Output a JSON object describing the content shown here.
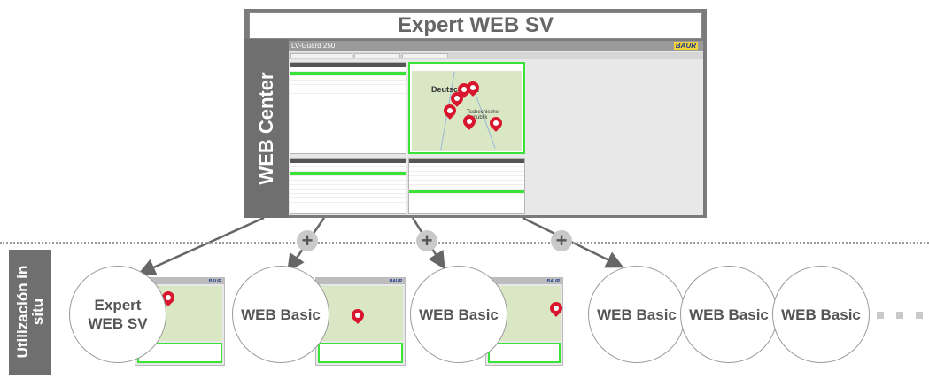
{
  "header": {
    "title": "Expert WEB SV",
    "side_label": "WEB Center"
  },
  "screen": {
    "app_title": "LV-Guard 250",
    "logo": "BAUR"
  },
  "map_labels": {
    "country_1": "Deutschland",
    "country_2": "Tschechische Republik"
  },
  "bottom_label": "Utilización in situ",
  "nodes": [
    {
      "label": "Expert WEB SV"
    },
    {
      "label": "WEB Basic"
    },
    {
      "label": "WEB Basic"
    },
    {
      "label": "WEB Basic"
    },
    {
      "label": "WEB Basic"
    },
    {
      "label": "WEB Basic"
    }
  ],
  "plus_symbol": "+",
  "colors": {
    "accent_green": "#3ae23a",
    "pin_red": "#d8162e",
    "frame_gray": "#7b7b7b"
  }
}
